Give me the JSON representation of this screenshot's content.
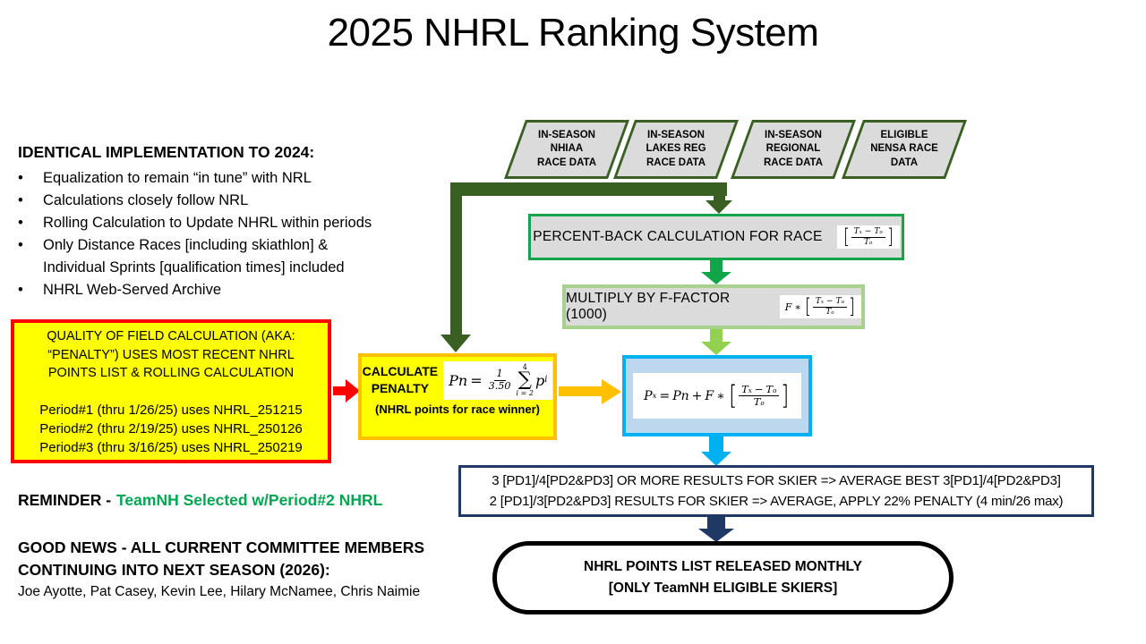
{
  "title": "2025 NHRL Ranking System",
  "colors": {
    "dark_green": "#3A5F23",
    "green": "#12A64B",
    "light_green": "#A9D18E",
    "light_green_arrow": "#92D050",
    "cyan": "#00B0F0",
    "light_blue_fill": "#BDD7EE",
    "navy": "#1F3864",
    "red": "#FF0000",
    "yellow": "#FFFF00",
    "gold": "#FFC000",
    "gray_fill": "#DBDBDB",
    "green_text": "#00A651"
  },
  "left_panel": {
    "heading": "IDENTICAL IMPLEMENTATION TO 2024:",
    "bullet_char": "•",
    "bullets": [
      "Equalization to remain “in tune” with NRL",
      "Calculations closely follow NRL",
      "Rolling Calculation to Update NHRL within periods",
      "Only Distance Races [including skiathlon] &",
      "Individual Sprints [qualification times] included",
      "NHRL Web-Served Archive"
    ]
  },
  "quality_box": {
    "line1": "QUALITY OF FIELD CALCULATION (AKA:",
    "line2": "“PENALTY”) USES MOST RECENT NHRL",
    "line3": "POINTS LIST & ROLLING CALCULATION",
    "period1": "Period#1 (thru 1/26/25) uses NHRL_251215",
    "period2": "Period#2 (thru 2/19/25) uses NHRL_250126",
    "period3": "Period#3 (thru 3/16/25) uses NHRL_250219"
  },
  "reminder": {
    "label": "REMINDER -",
    "highlight": "TeamNH Selected w/Period#2 NHRL"
  },
  "good_news": {
    "line1": "GOOD NEWS - ALL CURRENT COMMITTEE MEMBERS",
    "line2": "CONTINUING INTO NEXT SEASON (2026):",
    "names": "Joe Ayotte, Pat Casey, Kevin Lee, Hilary McNamee, Chris Naimie"
  },
  "sources": [
    {
      "l1": "IN-SEASON",
      "l2": "NHIAA",
      "l3": "RACE DATA"
    },
    {
      "l1": "IN-SEASON",
      "l2": "LAKES REG",
      "l3": "RACE DATA"
    },
    {
      "l1": "IN-SEASON",
      "l2": "REGIONAL",
      "l3": "RACE DATA"
    },
    {
      "l1": "ELIGIBLE",
      "l2": "NENSA RACE",
      "l3": "DATA"
    }
  ],
  "percent_back": {
    "label": "PERCENT-BACK CALCULATION FOR RACE"
  },
  "f_factor": {
    "label": "MULTIPLY BY F-FACTOR (1000)"
  },
  "penalty": {
    "l1": "CALCULATE",
    "l2": "PENALTY",
    "note": "(NHRL points for race winner)"
  },
  "results_rules": {
    "line1": "3 [PD1]/4[PD2&PD3] OR MORE RESULTS FOR SKIER => AVERAGE BEST 3[PD1]/4[PD2&PD3]",
    "line2": "2 [PD1]/3[PD2&PD3] RESULTS FOR SKIER => AVERAGE, APPLY 22% PENALTY (4 min/26 max)"
  },
  "release": {
    "line1": "NHRL POINTS LIST RELEASED MONTHLY",
    "line2": "[ONLY TeamNH ELIGIBLE SKIERS]"
  },
  "math": {
    "T": "T",
    "sub_x": "x",
    "sub_o": "o",
    "minus": "−",
    "F": "F",
    "star": "∗",
    "lbr": "[",
    "rbr": "]",
    "Pn": "Pn",
    "eq": "=",
    "plus": "+",
    "one": "1",
    "den": "3.50",
    "sum_top": "4",
    "sum_sym": "∑",
    "sum_bot": "i = 2",
    "p": "p",
    "sub_i": "i",
    "P": "P"
  }
}
